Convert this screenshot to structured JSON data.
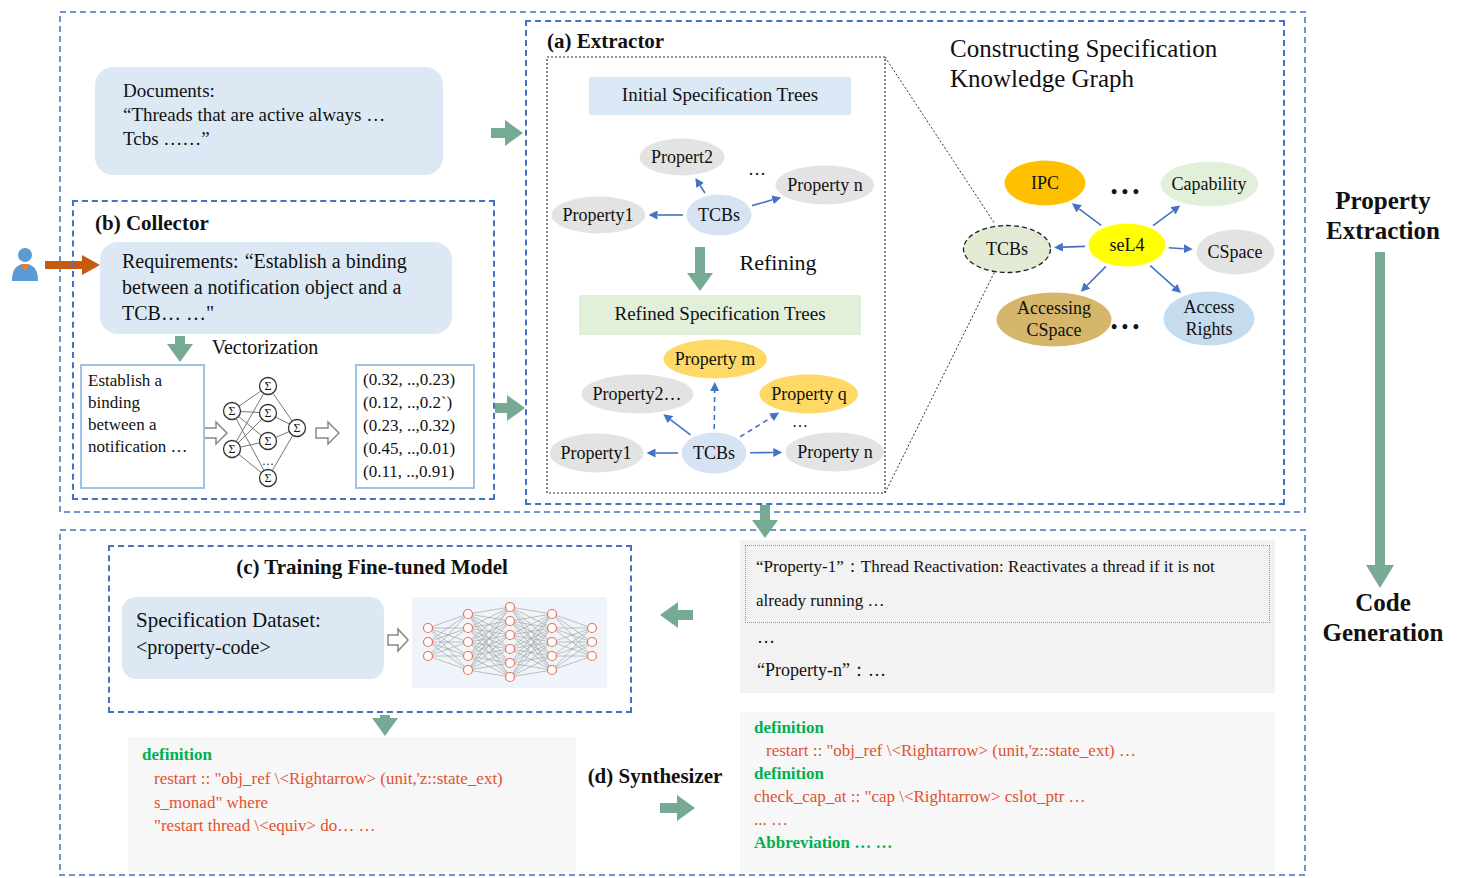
{
  "diagram": {
    "nodes": [
      {
        "text": [
          "Documents:",
          "“Threads that are active always … Tcbs ……”"
        ]
      },
      {
        "text": [
          "(a) Extractor",
          "Constructing Specification Knowledge Graph"
        ]
      },
      {
        "text": [
          "Initial Specification Trees"
        ],
        "in": 1
      },
      {
        "text": [
          "Propert2"
        ],
        "in": 1
      },
      {
        "text": [
          "Property1"
        ],
        "in": 1
      },
      {
        "text": [
          "TCBs"
        ],
        "in": 1
      },
      {
        "text": [
          "Property n"
        ],
        "in": 1
      },
      {
        "text": [
          "Refined Specification Trees"
        ],
        "in": 1
      },
      {
        "text": [
          "Property m"
        ],
        "in": 1
      },
      {
        "text": [
          "Property2…"
        ],
        "in": 1
      },
      {
        "text": [
          "Property q"
        ],
        "in": 1
      },
      {
        "text": [
          "Property1"
        ],
        "in": 1
      },
      {
        "text": [
          "TCBs"
        ],
        "in": 1
      },
      {
        "text": [
          "Property n"
        ],
        "in": 1
      },
      {
        "text": [
          "IPC"
        ],
        "in": 1
      },
      {
        "text": [
          "Capability"
        ],
        "in": 1
      },
      {
        "text": [
          "TCBs"
        ],
        "in": 1
      },
      {
        "text": [
          "seL4"
        ],
        "in": 1
      },
      {
        "text": [
          "CSpace"
        ],
        "in": 1
      },
      {
        "text": [
          "Accessing CSpace"
        ],
        "in": 1
      },
      {
        "text": [
          "Access Rights"
        ],
        "in": 1
      },
      {
        "text": [
          "(b) Collector"
        ]
      },
      {
        "text": [
          "Requirements:",
          "“Establish a binding between a notification object and a TCB… …\""
        ],
        "in": 21
      },
      {
        "text": [
          "Establish a binding between a notification …"
        ],
        "in": 21
      },
      {
        "text": [
          "(0.32, ..,0.23)",
          "(0.12, ..,0.2`)",
          "(0.23, ..,0.32)",
          "(0.45, ..,0.01)",
          "(0.11, ..,0.91)"
        ],
        "in": 21
      },
      {
        "text": [
          "(c) Training Fine-tuned Model"
        ]
      },
      {
        "text": [
          "Specification Dataset:",
          "<property-code>"
        ],
        "in": 25
      },
      {
        "text": [
          "…",
          "“Property-n”：…"
        ]
      },
      {
        "text": [
          "“Property-1”：Thread Reactivation: Reactivates a thread if it is not already running …"
        ],
        "in": 27
      },
      {
        "text": [
          "definition",
          "restart :: \"obj_ref \\<Rightarrow> (unit,'z::state_ext) s_monad\" where",
          "\"restart thread \\<equiv> do… …"
        ]
      },
      {
        "text": [
          "definition",
          "restart :: \"obj_ref \\<Rightarrow> (unit,'z::state_ext) …",
          "definition",
          "check_cap_at :: \"cap \\<Rightarrow> cslot_ptr …",
          "... …",
          "Abbreviation … …"
        ]
      }
    ],
    "edges": [
      {
        "from": 0,
        "to": 1,
        "arrow": "to"
      },
      {
        "from": 21,
        "to": 1,
        "arrow": "to"
      },
      {
        "from": 22,
        "to": 23,
        "arrow": "to",
        "label": "Vectorization"
      },
      {
        "from": 5,
        "to": 3,
        "arrow": "to"
      },
      {
        "from": 5,
        "to": 4,
        "arrow": "to"
      },
      {
        "from": 5,
        "to": 6,
        "arrow": "to"
      },
      {
        "from": 5,
        "to": 7,
        "arrow": "to",
        "label": "Refining"
      },
      {
        "from": 12,
        "to": 11,
        "arrow": "to"
      },
      {
        "from": 12,
        "to": 9,
        "arrow": "to"
      },
      {
        "from": 12,
        "to": 8,
        "arrow": "to"
      },
      {
        "from": 12,
        "to": 10,
        "arrow": "to"
      },
      {
        "from": 12,
        "to": 13,
        "arrow": "to"
      },
      {
        "from": 17,
        "to": 14,
        "arrow": "to"
      },
      {
        "from": 17,
        "to": 15,
        "arrow": "to"
      },
      {
        "from": 17,
        "to": 16,
        "arrow": "to"
      },
      {
        "from": 17,
        "to": 18,
        "arrow": "to"
      },
      {
        "from": 17,
        "to": 19,
        "arrow": "to"
      },
      {
        "from": 17,
        "to": 20,
        "arrow": "to"
      },
      {
        "from": 1,
        "to": 27,
        "arrow": "to"
      },
      {
        "from": 27,
        "to": 25,
        "arrow": "to"
      },
      {
        "from": 25,
        "to": 29,
        "arrow": "to"
      },
      {
        "from": 29,
        "to": 30,
        "arrow": "to",
        "label": "(d) Synthesizer"
      }
    ],
    "labels": [
      "Property Extraction",
      "Code Generation",
      "…",
      "…",
      "• • •",
      "• • •",
      "Σ",
      "Σ",
      "Σ",
      "Σ",
      "Σ",
      "Σ",
      "Σ",
      "…"
    ]
  }
}
